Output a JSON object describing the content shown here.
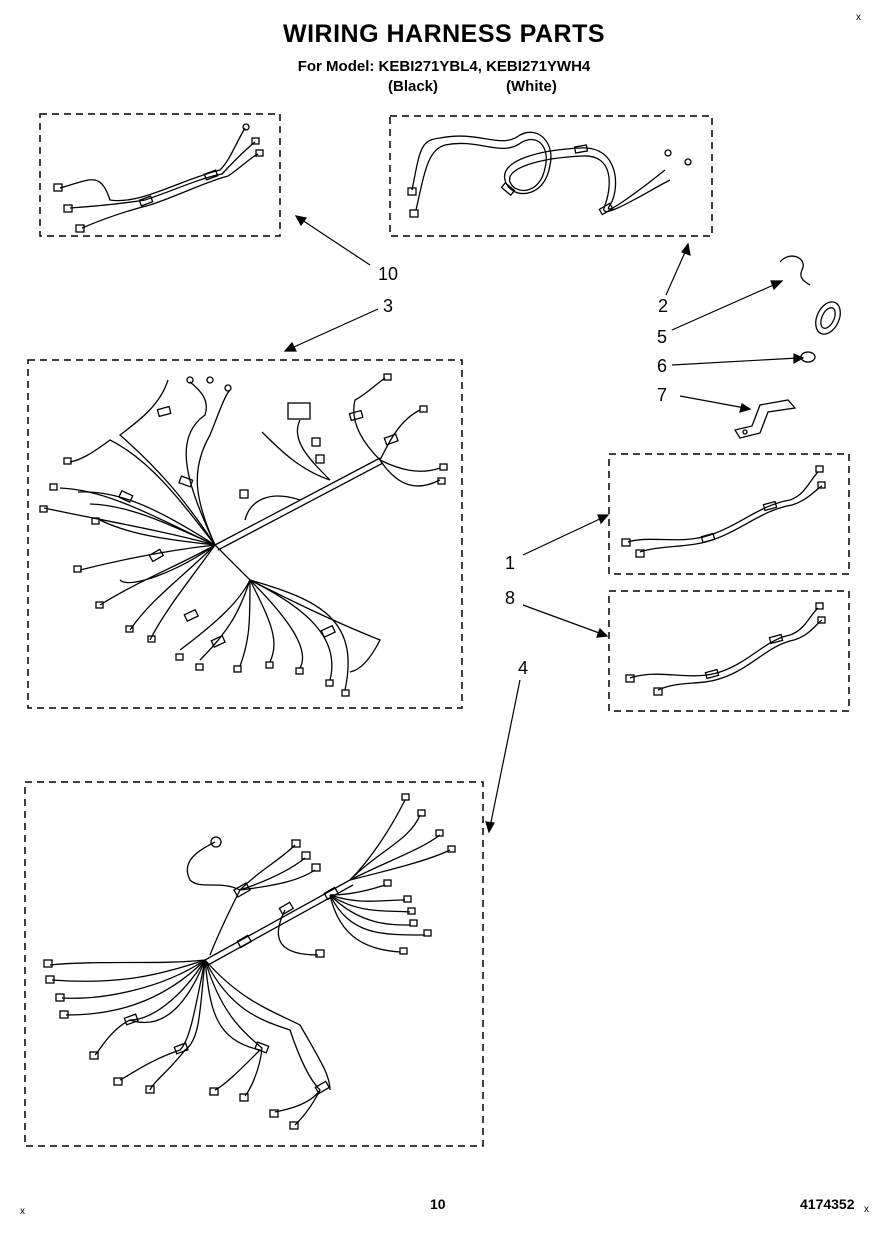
{
  "header": {
    "title": "WIRING HARNESS PARTS",
    "subtitle": "For Model: KEBI271YBL4, KEBI271YWH4",
    "variant_black": "(Black)",
    "variant_white": "(White)"
  },
  "callouts": {
    "c10": "10",
    "c3": "3",
    "c2": "2",
    "c5": "5",
    "c6": "6",
    "c7": "7",
    "c1": "1",
    "c8": "8",
    "c4": "4"
  },
  "footer": {
    "page_number": "10",
    "document_number": "4174352",
    "corner_mark": "x"
  }
}
